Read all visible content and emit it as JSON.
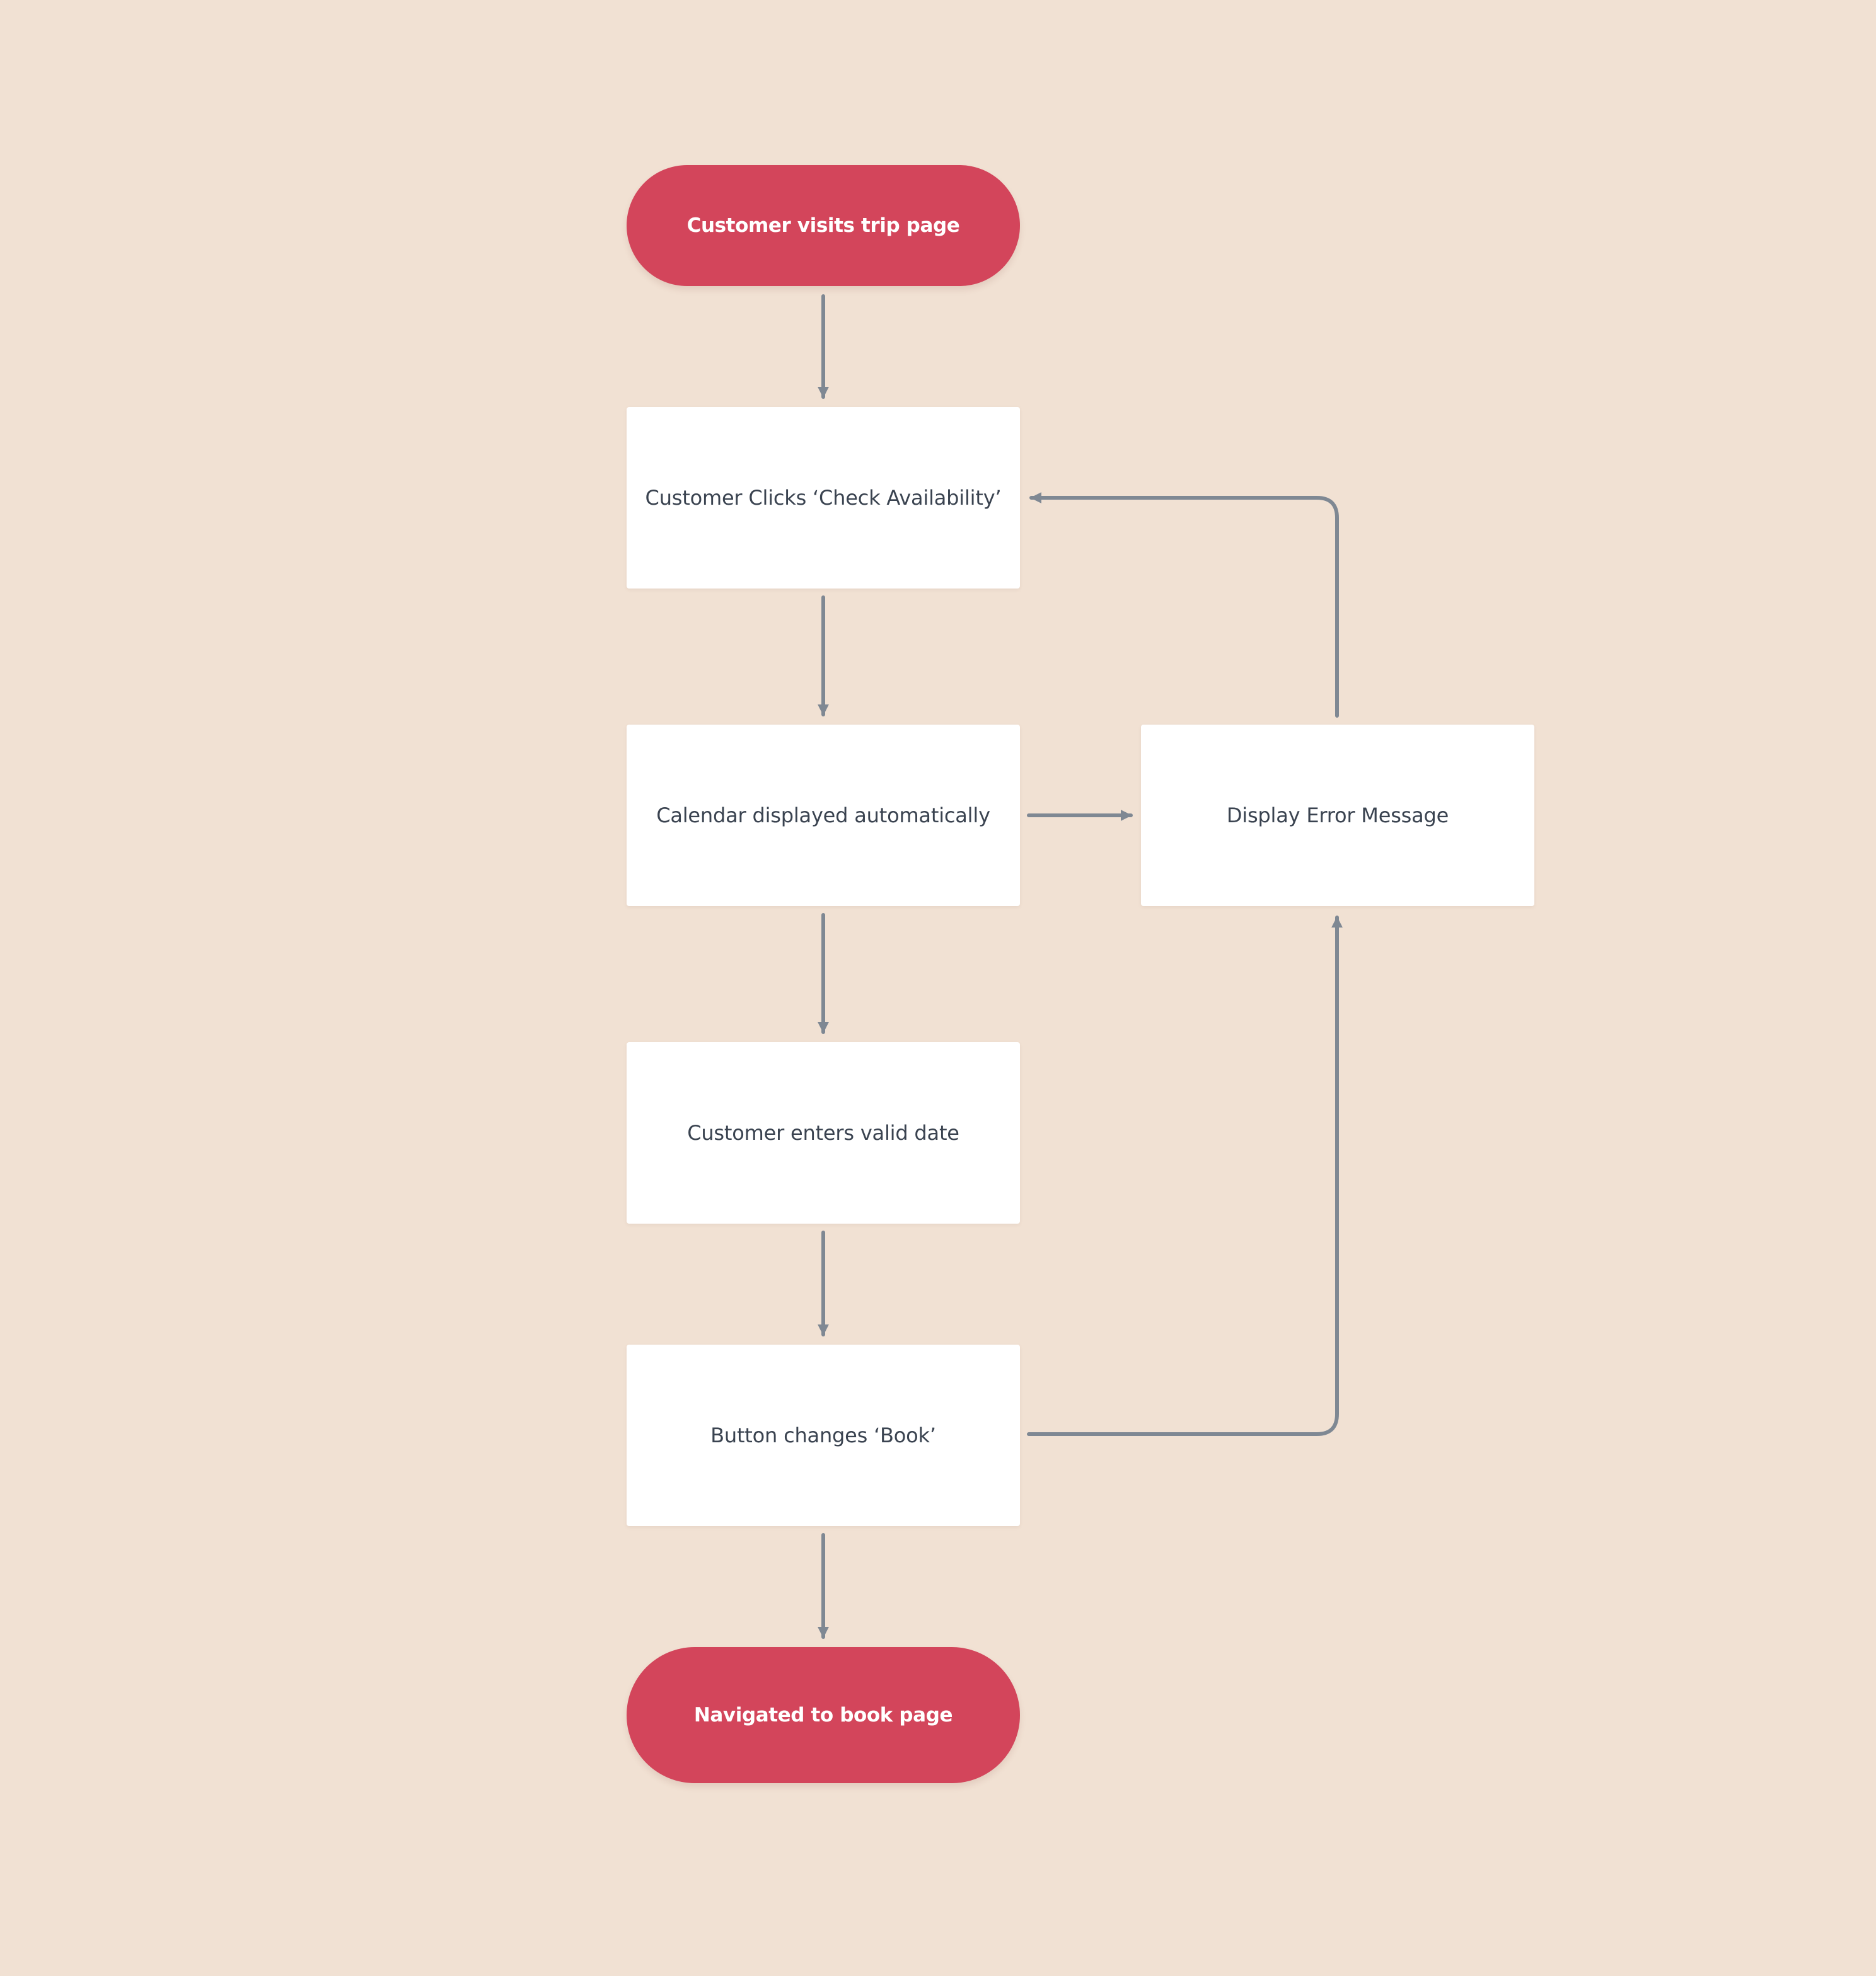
{
  "diagram": {
    "background_color": "#f1e1d3",
    "terminal_color": "#d3455b",
    "process_color": "#ffffff",
    "connector_color": "#7f8893",
    "nodes": {
      "start": {
        "label": "Customer visits trip page",
        "shape": "terminal"
      },
      "check_availability": {
        "label": "Customer Clicks ‘Check Availability’",
        "shape": "process"
      },
      "calendar": {
        "label": "Calendar displayed automatically",
        "shape": "process"
      },
      "error": {
        "label": "Display Error Message",
        "shape": "process"
      },
      "valid_date": {
        "label": "Customer enters valid date",
        "shape": "process"
      },
      "button_book": {
        "label": "Button changes ‘Book’",
        "shape": "process"
      },
      "end": {
        "label": "Navigated to book page",
        "shape": "terminal"
      }
    },
    "edges": [
      {
        "from": "start",
        "to": "check_availability"
      },
      {
        "from": "check_availability",
        "to": "calendar"
      },
      {
        "from": "calendar",
        "to": "valid_date"
      },
      {
        "from": "valid_date",
        "to": "button_book"
      },
      {
        "from": "button_book",
        "to": "end"
      },
      {
        "from": "calendar",
        "to": "error"
      },
      {
        "from": "error",
        "to": "check_availability"
      },
      {
        "from": "button_book",
        "to": "error"
      }
    ]
  }
}
